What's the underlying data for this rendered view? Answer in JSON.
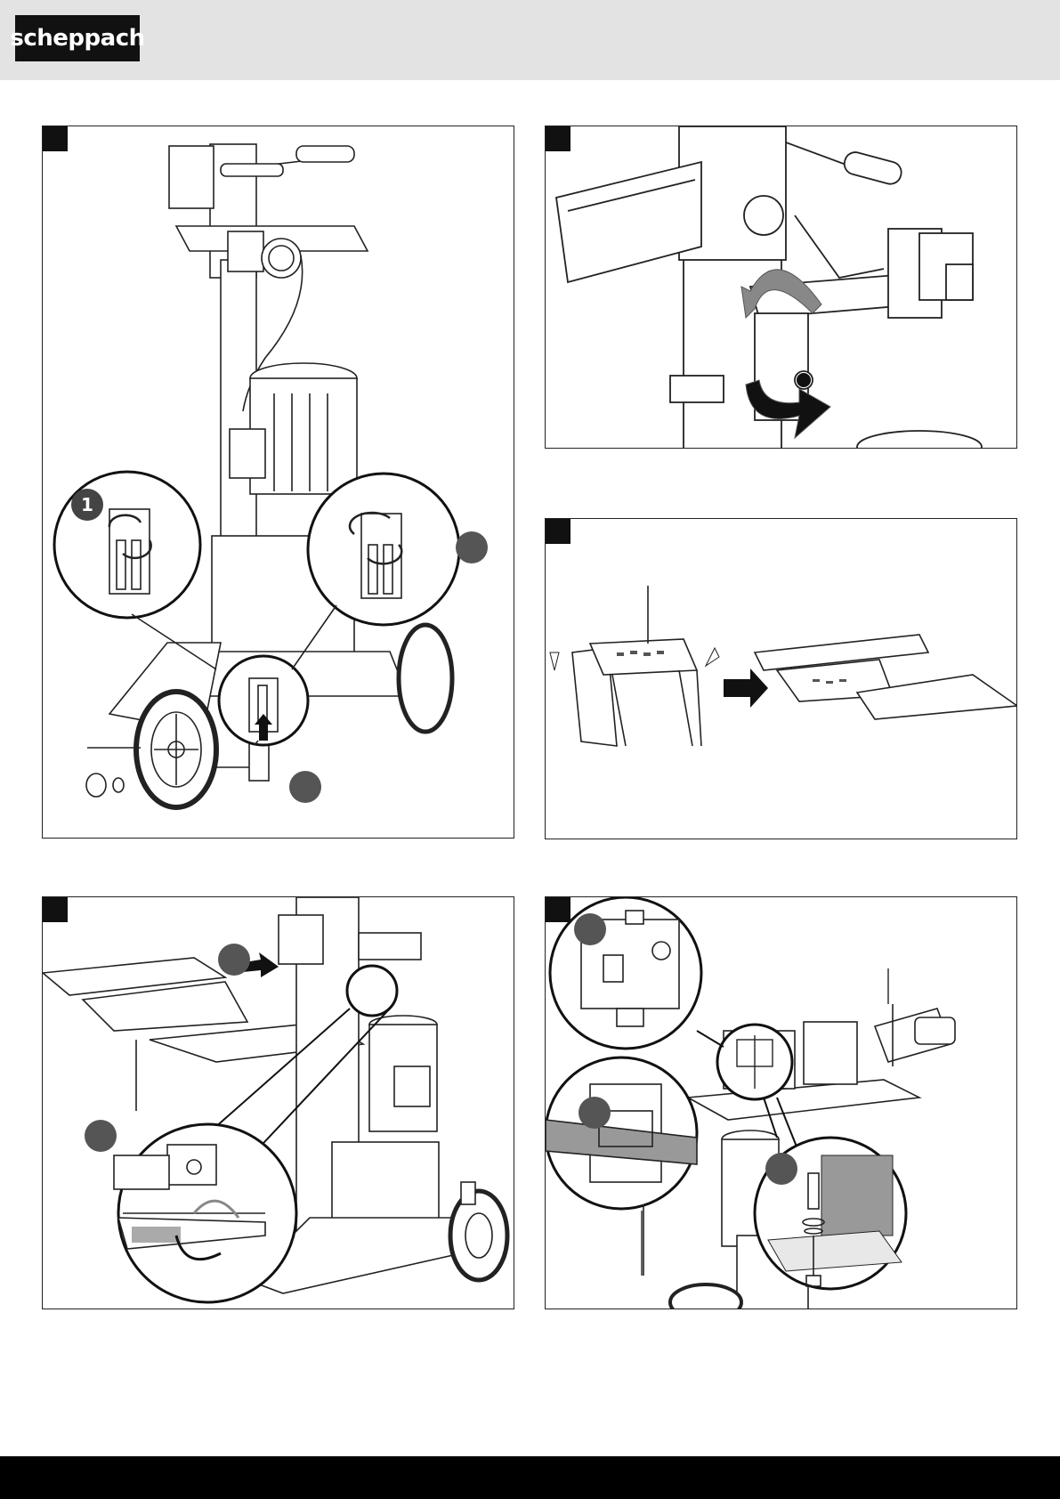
{
  "header": {
    "brand": "scheppach"
  },
  "figures": [
    {
      "id": "fig-a",
      "callout_label": "1"
    },
    {
      "id": "fig-b"
    },
    {
      "id": "fig-c"
    },
    {
      "id": "fig-d"
    },
    {
      "id": "fig-e"
    }
  ]
}
